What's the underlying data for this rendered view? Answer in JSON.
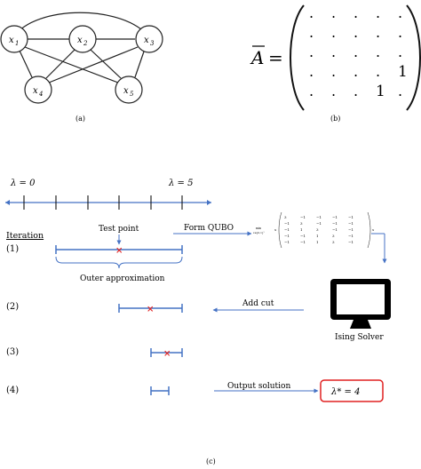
{
  "panel_a": {
    "nodes": [
      {
        "label": "x",
        "sub": "1"
      },
      {
        "label": "x",
        "sub": "2"
      },
      {
        "label": "x",
        "sub": "3"
      },
      {
        "label": "x",
        "sub": "4"
      },
      {
        "label": "x",
        "sub": "5"
      }
    ],
    "caption": "(a)"
  },
  "panel_b": {
    "lhs": "A",
    "equals": "=",
    "rows": [
      [
        ".",
        ".",
        ".",
        ".",
        "."
      ],
      [
        ".",
        ".",
        ".",
        ".",
        "."
      ],
      [
        ".",
        ".",
        ".",
        ".",
        "."
      ],
      [
        ".",
        ".",
        ".",
        ".",
        "1"
      ],
      [
        ".",
        ".",
        ".",
        "1",
        "."
      ]
    ],
    "caption": "(b)"
  },
  "panel_c": {
    "lambda_start": "λ = 0",
    "lambda_end": "λ = 5",
    "iteration_heading": "Iteration",
    "iterations": [
      "(1)",
      "(2)",
      "(3)",
      "(4)"
    ],
    "test_point_label": "Test point",
    "outer_approx_label": "Outer approximation",
    "form_qubo_label": "Form QUBO",
    "qubo_formula": {
      "min": "min",
      "domain": "x∈{0,1}⁵",
      "xT": "x",
      "matrix": [
        [
          "3",
          "−1",
          "−1",
          "−1",
          "−1"
        ],
        [
          "−1",
          "3",
          "−1",
          "−1",
          "−1"
        ],
        [
          "−1",
          "1",
          "3",
          "−1",
          "−1"
        ],
        [
          "−1",
          "−1",
          "1",
          "3",
          "−1"
        ],
        [
          "−1",
          "−1",
          "1",
          "3",
          "−1"
        ]
      ]
    },
    "add_cut_label": "Add cut",
    "ising_solver_label": "Ising Solver",
    "output_solution_label": "Output solution",
    "result": "λ* = 4",
    "caption": "(c)",
    "colors": {
      "blue": "#4472C4",
      "red": "#E02020"
    }
  }
}
